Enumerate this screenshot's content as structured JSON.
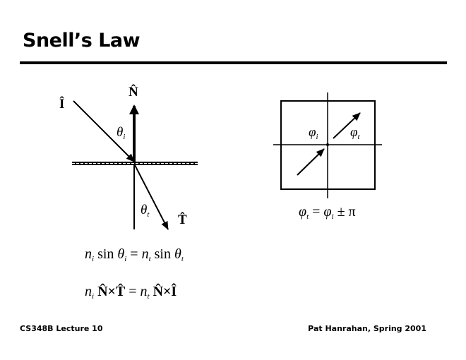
{
  "title": "Snell’s Law",
  "diagram": {
    "normal_label": "N̂",
    "incident_label": "Î",
    "transmitted_label": "T̂",
    "theta": "θ",
    "sub_i": "i",
    "sub_t": "t",
    "phi": "φ"
  },
  "equations": {
    "azimuth": {
      "lhs": "φ",
      "lhs_sub": "t",
      "eq": " = ",
      "rhs": "φ",
      "rhs_sub": "i",
      "rest": " ± π"
    },
    "snell_scalar": {
      "n1": "n",
      "s1": "i",
      "sin1": " sin ",
      "th1": "θ",
      "ts1": "i",
      "eq": " = ",
      "n2": "n",
      "s2": "t",
      "sin2": " sin ",
      "th2": "θ",
      "ts2": "t"
    },
    "snell_vector": {
      "n1": "n",
      "s1": "i",
      "left": " N̂×T̂",
      "eq": " = ",
      "n2": "n",
      "s2": "t",
      "right": " N̂×Î"
    }
  },
  "footer": {
    "left": "CS348B Lecture 10",
    "right": "Pat Hanrahan, Spring 2001"
  }
}
